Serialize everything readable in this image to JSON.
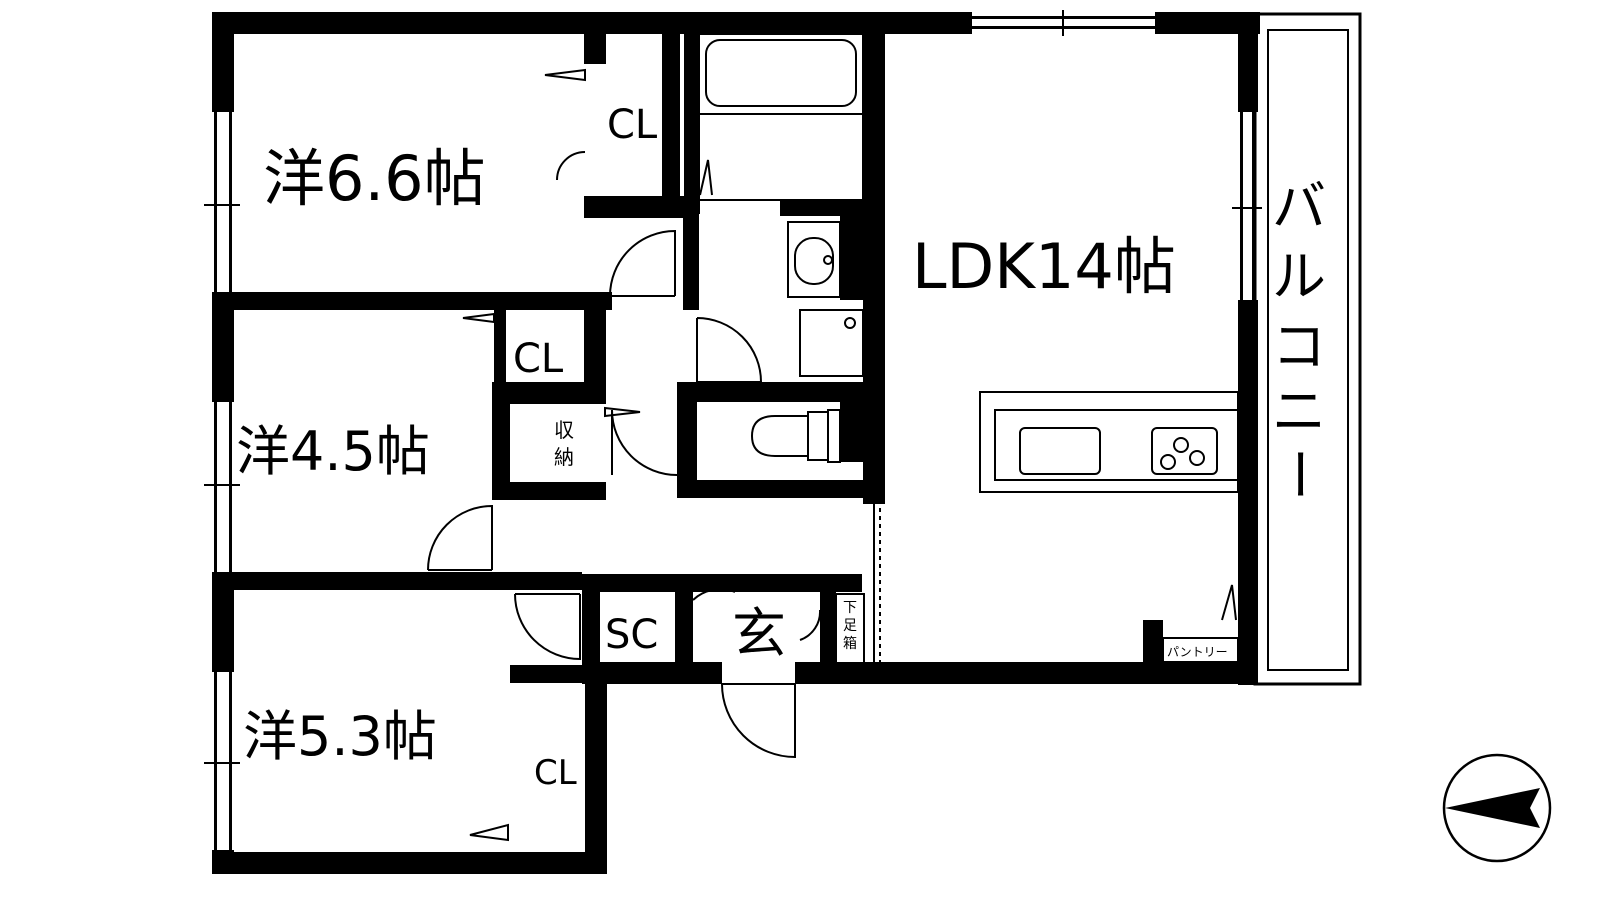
{
  "rooms": {
    "western1": "洋6.6帖",
    "western2": "洋4.5帖",
    "western3": "洋5.3帖",
    "ldk": "LDK14帖",
    "balcony": [
      "バ",
      "ル",
      "コ",
      "ニ",
      "ー"
    ],
    "entrance": "玄",
    "shoe_closet": "SC",
    "storage": [
      "収",
      "納"
    ],
    "shoe_box": [
      "下",
      "足",
      "箱"
    ],
    "pantry": "パントリー"
  },
  "closets": {
    "cl1": "CL",
    "cl2": "CL",
    "cl3": "CL"
  },
  "compass": {
    "orientation": "north arrow pointing left"
  }
}
